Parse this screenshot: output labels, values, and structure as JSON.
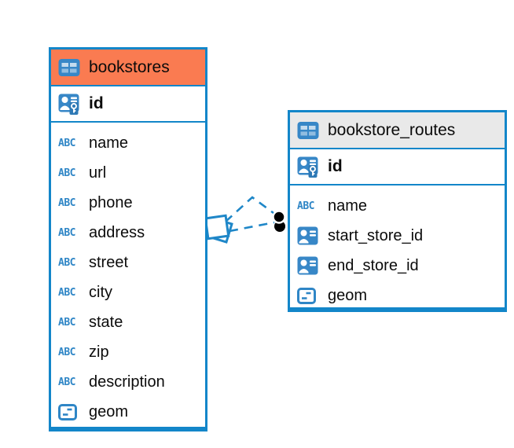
{
  "diagram": {
    "kind": "entity-relationship-diagram",
    "colors": {
      "accent_blue": "#1386c9",
      "icon_blue": "#3787c7",
      "bookstores_header": "#fa7b51",
      "routes_header": "#e9e9e9",
      "text": "#0b0b0b",
      "relation_line": "#1f87c8",
      "relation_dot": "#000000"
    },
    "icons": {
      "text_type_label": "ABC"
    },
    "tables": [
      {
        "name": "bookstores",
        "primary_key": "id",
        "columns": [
          {
            "name": "name"
          },
          {
            "name": "url"
          },
          {
            "name": "phone"
          },
          {
            "name": "address"
          },
          {
            "name": "street"
          },
          {
            "name": "city"
          },
          {
            "name": "state"
          },
          {
            "name": "zip"
          },
          {
            "name": "description"
          },
          {
            "name": "geom"
          }
        ]
      },
      {
        "name": "bookstore_routes",
        "primary_key": "id",
        "columns": [
          {
            "name": "name"
          },
          {
            "name": "start_store_id"
          },
          {
            "name": "end_store_id"
          },
          {
            "name": "geom"
          }
        ]
      }
    ],
    "connection": {
      "style": "dashed",
      "line_count": 2,
      "left_marker": "diamond-marker",
      "right_marker": "double-dot-marker"
    }
  }
}
